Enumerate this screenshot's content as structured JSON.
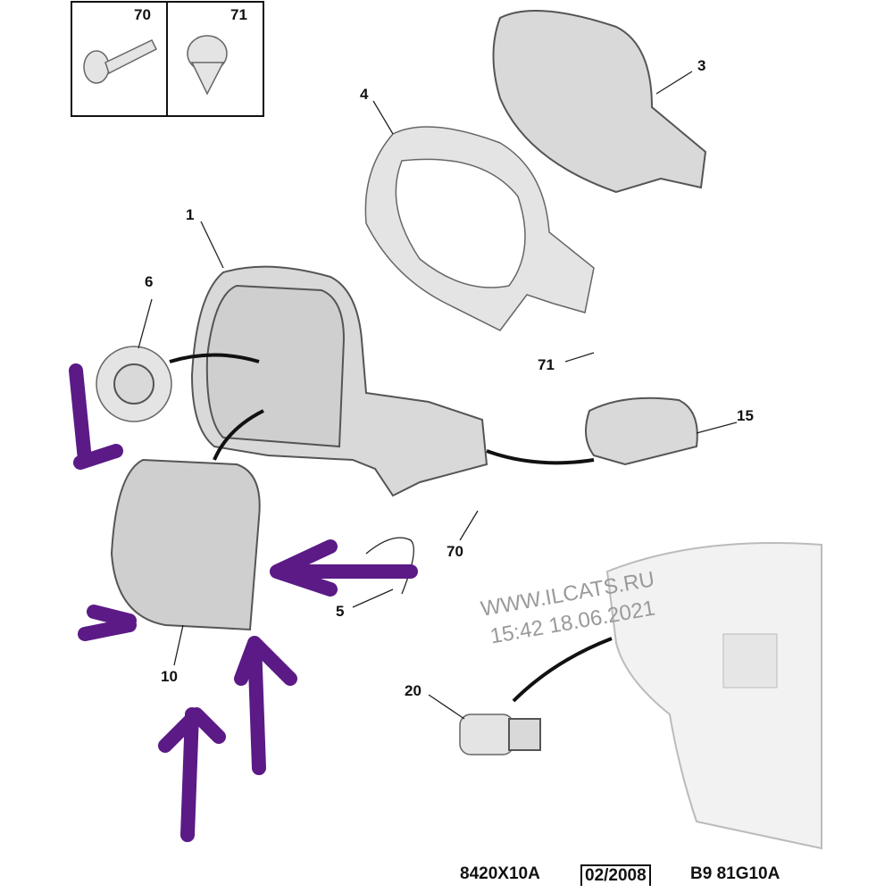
{
  "inset": {
    "labels": [
      "70",
      "71"
    ]
  },
  "callouts": {
    "p1": "1",
    "p3": "3",
    "p4": "4",
    "p5": "5",
    "p6": "6",
    "p10": "10",
    "p15": "15",
    "p20": "20",
    "p70": "70",
    "p71": "71"
  },
  "watermark": {
    "line1": "WWW.ILCATS.RU",
    "line2": "15:42 18.06.2021"
  },
  "footer": {
    "code": "8420X10A",
    "date": "02/2008",
    "ref": "B9 81G10A"
  },
  "colors": {
    "annotation_arrow": "#5b1a86"
  }
}
